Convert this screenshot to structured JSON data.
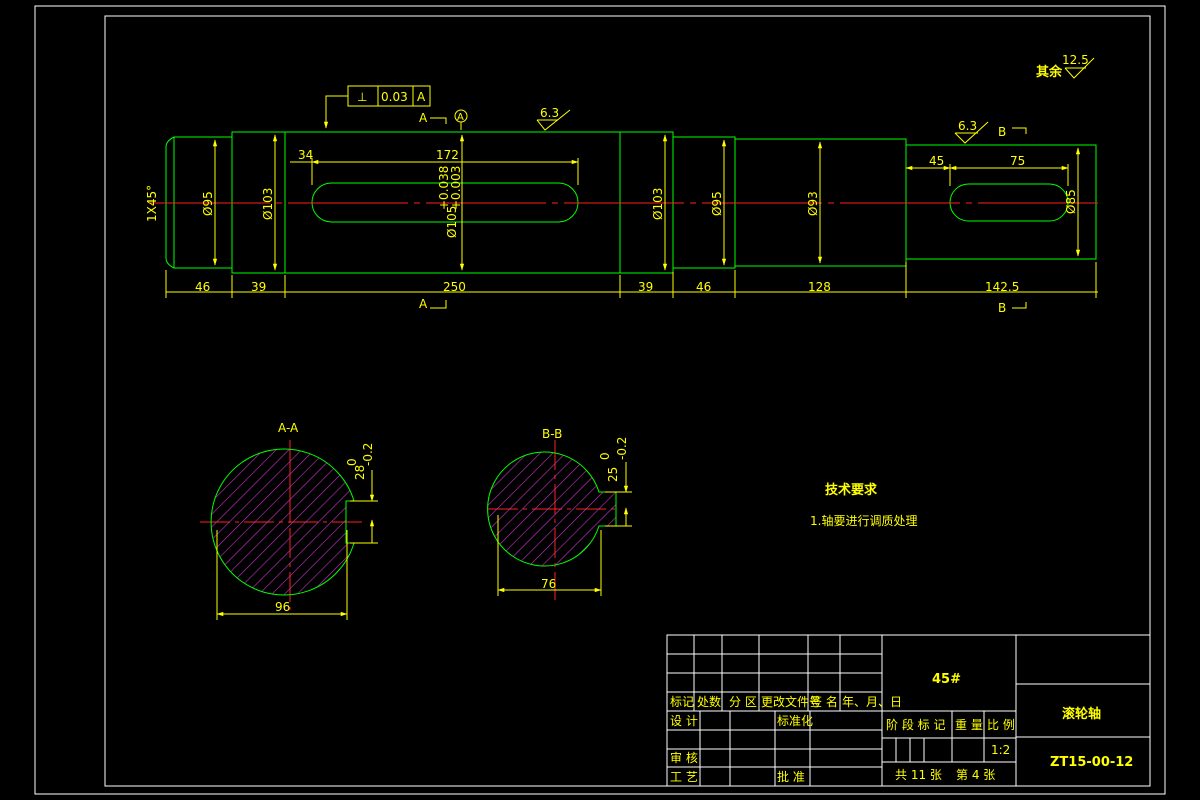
{
  "shaft": {
    "chamfer": "1X45°",
    "diameters": [
      "Ø95",
      "Ø103",
      "Ø105",
      "Ø103",
      "Ø95",
      "Ø93",
      "Ø85"
    ],
    "tolerance_upper": "+0.038",
    "tolerance_lower": "+0.003",
    "lengths": [
      "46",
      "39",
      "250",
      "39",
      "46",
      "128",
      "142.5"
    ],
    "keyway_a_offset": "34",
    "keyway_a_length": "172",
    "keyway_b_offset": "45",
    "keyway_b_length": "75",
    "gdt_symbol": "⊥",
    "gdt_value": "0.03",
    "gdt_datum": "A",
    "datum_label": "A",
    "roughness_main": "6.3",
    "roughness_right": "6.3",
    "roughness_other_label": "其余",
    "roughness_other_value": "12.5",
    "section_a_marker": "A",
    "section_b_marker": "B"
  },
  "sections": {
    "a": {
      "title": "A-A",
      "depth": "28",
      "tol_upper": "0",
      "tol_lower": "-0.2",
      "diameter": "96"
    },
    "b": {
      "title": "B-B",
      "depth": "25",
      "tol_upper": "0",
      "tol_lower": "-0.2",
      "diameter": "76"
    }
  },
  "technical": {
    "title": "技术要求",
    "item1": "1.轴要进行调质处理"
  },
  "title_block": {
    "material": "45#",
    "part_name": "滚轮轴",
    "drawing_no": "ZT15-00-12",
    "h_mark": "标记",
    "h_count": "处数",
    "h_zone": "分 区",
    "h_change": "更改文件号",
    "h_sign": "签 名",
    "h_date": "年、月、日",
    "design": "设 计",
    "standard": "标准化",
    "review": "审 核",
    "process": "工 艺",
    "approve": "批 准",
    "stage": "阶 段 标 记",
    "weight": "重 量",
    "scale_label": "比 例",
    "scale": "1:2",
    "total": "共 11 张",
    "sheet": "第 4 张"
  }
}
